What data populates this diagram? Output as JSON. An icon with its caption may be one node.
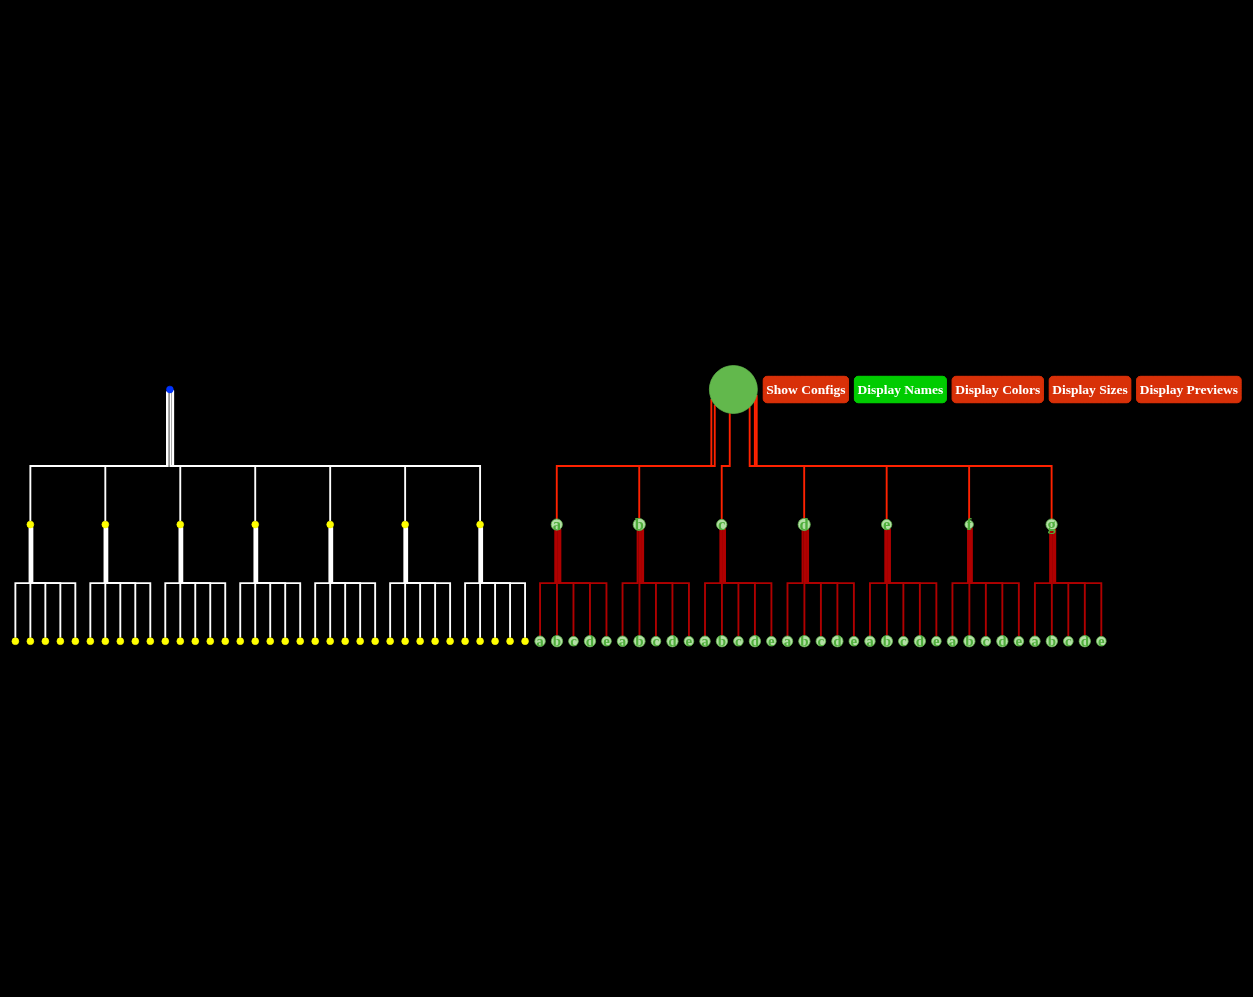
{
  "diagram": {
    "nodes": [
      {
        "text": [],
        "shape": "circle"
      },
      {
        "text": [],
        "shape": "circle"
      },
      {
        "text": [],
        "shape": "circle"
      },
      {
        "text": [],
        "shape": "circle"
      },
      {
        "text": [],
        "shape": "circle"
      },
      {
        "text": [],
        "shape": "circle"
      },
      {
        "text": [],
        "shape": "circle"
      },
      {
        "text": [],
        "shape": "circle"
      },
      {
        "text": [],
        "shape": "circle"
      },
      {
        "text": [],
        "shape": "circle"
      },
      {
        "text": [],
        "shape": "circle"
      },
      {
        "text": [],
        "shape": "circle"
      },
      {
        "text": [],
        "shape": "circle"
      },
      {
        "text": [],
        "shape": "circle"
      },
      {
        "text": [],
        "shape": "circle"
      },
      {
        "text": [],
        "shape": "circle"
      },
      {
        "text": [],
        "shape": "circle"
      },
      {
        "text": [],
        "shape": "circle"
      },
      {
        "text": [],
        "shape": "circle"
      },
      {
        "text": [],
        "shape": "circle"
      },
      {
        "text": [],
        "shape": "circle"
      },
      {
        "text": [],
        "shape": "circle"
      },
      {
        "text": [],
        "shape": "circle"
      },
      {
        "text": [],
        "shape": "circle"
      },
      {
        "text": [],
        "shape": "circle"
      },
      {
        "text": [],
        "shape": "circle"
      },
      {
        "text": [],
        "shape": "circle"
      },
      {
        "text": [],
        "shape": "circle"
      },
      {
        "text": [],
        "shape": "circle"
      },
      {
        "text": [],
        "shape": "circle"
      },
      {
        "text": [],
        "shape": "circle"
      },
      {
        "text": [],
        "shape": "circle"
      },
      {
        "text": [],
        "shape": "circle"
      },
      {
        "text": [],
        "shape": "circle"
      },
      {
        "text": [],
        "shape": "circle"
      },
      {
        "text": [],
        "shape": "circle"
      },
      {
        "text": [],
        "shape": "circle"
      },
      {
        "text": [],
        "shape": "circle"
      },
      {
        "text": [],
        "shape": "circle"
      },
      {
        "text": [],
        "shape": "circle"
      },
      {
        "text": [],
        "shape": "circle"
      },
      {
        "text": [],
        "shape": "circle"
      },
      {
        "text": [],
        "shape": "circle"
      },
      {
        "text": [],
        "shape": "circle"
      },
      {
        "text": [
          "a"
        ]
      },
      {
        "text": [
          "a"
        ]
      },
      {
        "text": [
          "b"
        ]
      },
      {
        "text": [
          "c"
        ]
      },
      {
        "text": [
          "d"
        ]
      },
      {
        "text": [
          "e"
        ]
      },
      {
        "text": [
          "b"
        ]
      },
      {
        "text": [
          "a"
        ]
      },
      {
        "text": [
          "b"
        ]
      },
      {
        "text": [
          "c"
        ]
      },
      {
        "text": [
          "d"
        ]
      },
      {
        "text": [
          "e"
        ]
      },
      {
        "text": [
          "c"
        ]
      },
      {
        "text": [
          "a"
        ]
      },
      {
        "text": [
          "b"
        ]
      },
      {
        "text": [
          "c"
        ]
      },
      {
        "text": [
          "d"
        ]
      },
      {
        "text": [
          "e"
        ]
      },
      {
        "text": [
          "d"
        ]
      },
      {
        "text": [
          "a"
        ]
      },
      {
        "text": [
          "b"
        ]
      },
      {
        "text": [
          "c"
        ]
      },
      {
        "text": [
          "d"
        ]
      },
      {
        "text": [
          "e"
        ]
      },
      {
        "text": [
          "e"
        ]
      },
      {
        "text": [
          "a"
        ]
      },
      {
        "text": [
          "b"
        ]
      },
      {
        "text": [
          "c"
        ]
      },
      {
        "text": [
          "d"
        ]
      },
      {
        "text": [
          "e"
        ]
      },
      {
        "text": [
          "f"
        ]
      },
      {
        "text": [
          "a"
        ]
      },
      {
        "text": [
          "b"
        ]
      },
      {
        "text": [
          "c"
        ]
      },
      {
        "text": [
          "d"
        ]
      },
      {
        "text": [
          "e"
        ]
      },
      {
        "text": [
          "g"
        ]
      },
      {
        "text": [
          "a"
        ]
      },
      {
        "text": [
          "b"
        ]
      },
      {
        "text": [
          "c"
        ]
      },
      {
        "text": [
          "d"
        ]
      },
      {
        "text": [
          "e"
        ]
      },
      {
        "text": [
          "Show Configs"
        ]
      },
      {
        "text": [
          "Display Names"
        ]
      },
      {
        "text": [
          "Display Colors"
        ]
      },
      {
        "text": [
          "Display Sizes"
        ]
      },
      {
        "text": [
          "Display Previews"
        ]
      }
    ],
    "edges": [
      {
        "from": 0,
        "to": 1,
        "arrow": "none",
        "color": "#ffffff"
      },
      {
        "from": 1,
        "to": 2,
        "arrow": "none",
        "color": "#ffffff"
      },
      {
        "from": 1,
        "to": 3,
        "arrow": "none",
        "color": "#ffffff"
      },
      {
        "from": 1,
        "to": 4,
        "arrow": "none",
        "color": "#ffffff"
      },
      {
        "from": 1,
        "to": 5,
        "arrow": "none",
        "color": "#ffffff"
      },
      {
        "from": 1,
        "to": 6,
        "arrow": "none",
        "color": "#ffffff"
      },
      {
        "from": 0,
        "to": 7,
        "arrow": "none",
        "color": "#ffffff"
      },
      {
        "from": 7,
        "to": 8,
        "arrow": "none",
        "color": "#ffffff"
      },
      {
        "from": 7,
        "to": 9,
        "arrow": "none",
        "color": "#ffffff"
      },
      {
        "from": 7,
        "to": 10,
        "arrow": "none",
        "color": "#ffffff"
      },
      {
        "from": 7,
        "to": 11,
        "arrow": "none",
        "color": "#ffffff"
      },
      {
        "from": 7,
        "to": 12,
        "arrow": "none",
        "color": "#ffffff"
      },
      {
        "from": 0,
        "to": 13,
        "arrow": "none",
        "color": "#ffffff"
      },
      {
        "from": 13,
        "to": 14,
        "arrow": "none",
        "color": "#ffffff"
      },
      {
        "from": 13,
        "to": 15,
        "arrow": "none",
        "color": "#ffffff"
      },
      {
        "from": 13,
        "to": 16,
        "arrow": "none",
        "color": "#ffffff"
      },
      {
        "from": 13,
        "to": 17,
        "arrow": "none",
        "color": "#ffffff"
      },
      {
        "from": 13,
        "to": 18,
        "arrow": "none",
        "color": "#ffffff"
      },
      {
        "from": 0,
        "to": 19,
        "arrow": "none",
        "color": "#ffffff"
      },
      {
        "from": 19,
        "to": 20,
        "arrow": "none",
        "color": "#ffffff"
      },
      {
        "from": 19,
        "to": 21,
        "arrow": "none",
        "color": "#ffffff"
      },
      {
        "from": 19,
        "to": 22,
        "arrow": "none",
        "color": "#ffffff"
      },
      {
        "from": 19,
        "to": 23,
        "arrow": "none",
        "color": "#ffffff"
      },
      {
        "from": 19,
        "to": 24,
        "arrow": "none",
        "color": "#ffffff"
      },
      {
        "from": 0,
        "to": 25,
        "arrow": "none",
        "color": "#ffffff"
      },
      {
        "from": 25,
        "to": 26,
        "arrow": "none",
        "color": "#ffffff"
      },
      {
        "from": 25,
        "to": 27,
        "arrow": "none",
        "color": "#ffffff"
      },
      {
        "from": 25,
        "to": 28,
        "arrow": "none",
        "color": "#ffffff"
      },
      {
        "from": 25,
        "to": 29,
        "arrow": "none",
        "color": "#ffffff"
      },
      {
        "from": 25,
        "to": 30,
        "arrow": "none",
        "color": "#ffffff"
      },
      {
        "from": 0,
        "to": 31,
        "arrow": "none",
        "color": "#ffffff"
      },
      {
        "from": 31,
        "to": 32,
        "arrow": "none",
        "color": "#ffffff"
      },
      {
        "from": 31,
        "to": 33,
        "arrow": "none",
        "color": "#ffffff"
      },
      {
        "from": 31,
        "to": 34,
        "arrow": "none",
        "color": "#ffffff"
      },
      {
        "from": 31,
        "to": 35,
        "arrow": "none",
        "color": "#ffffff"
      },
      {
        "from": 31,
        "to": 36,
        "arrow": "none",
        "color": "#ffffff"
      },
      {
        "from": 0,
        "to": 37,
        "arrow": "none",
        "color": "#ffffff"
      },
      {
        "from": 37,
        "to": 38,
        "arrow": "none",
        "color": "#ffffff"
      },
      {
        "from": 37,
        "to": 39,
        "arrow": "none",
        "color": "#ffffff"
      },
      {
        "from": 37,
        "to": 40,
        "arrow": "none",
        "color": "#ffffff"
      },
      {
        "from": 37,
        "to": 41,
        "arrow": "none",
        "color": "#ffffff"
      },
      {
        "from": 37,
        "to": 42,
        "arrow": "none",
        "color": "#ffffff"
      },
      {
        "from": 43,
        "to": 44,
        "arrow": "none",
        "color": "#ff2200"
      },
      {
        "from": 44,
        "to": 45,
        "arrow": "none",
        "color": "#b00000"
      },
      {
        "from": 44,
        "to": 46,
        "arrow": "none",
        "color": "#b00000"
      },
      {
        "from": 44,
        "to": 47,
        "arrow": "none",
        "color": "#b00000"
      },
      {
        "from": 44,
        "to": 48,
        "arrow": "none",
        "color": "#b00000"
      },
      {
        "from": 44,
        "to": 49,
        "arrow": "none",
        "color": "#b00000"
      },
      {
        "from": 43,
        "to": 50,
        "arrow": "none",
        "color": "#ff2200"
      },
      {
        "from": 50,
        "to": 51,
        "arrow": "none",
        "color": "#b00000"
      },
      {
        "from": 50,
        "to": 52,
        "arrow": "none",
        "color": "#b00000"
      },
      {
        "from": 50,
        "to": 53,
        "arrow": "none",
        "color": "#b00000"
      },
      {
        "from": 50,
        "to": 54,
        "arrow": "none",
        "color": "#b00000"
      },
      {
        "from": 50,
        "to": 55,
        "arrow": "none",
        "color": "#b00000"
      },
      {
        "from": 43,
        "to": 56,
        "arrow": "none",
        "color": "#ff2200"
      },
      {
        "from": 56,
        "to": 57,
        "arrow": "none",
        "color": "#b00000"
      },
      {
        "from": 56,
        "to": 58,
        "arrow": "none",
        "color": "#b00000"
      },
      {
        "from": 56,
        "to": 59,
        "arrow": "none",
        "color": "#b00000"
      },
      {
        "from": 56,
        "to": 60,
        "arrow": "none",
        "color": "#b00000"
      },
      {
        "from": 56,
        "to": 61,
        "arrow": "none",
        "color": "#b00000"
      },
      {
        "from": 43,
        "to": 62,
        "arrow": "none",
        "color": "#ff2200"
      },
      {
        "from": 62,
        "to": 63,
        "arrow": "none",
        "color": "#b00000"
      },
      {
        "from": 62,
        "to": 64,
        "arrow": "none",
        "color": "#b00000"
      },
      {
        "from": 62,
        "to": 65,
        "arrow": "none",
        "color": "#b00000"
      },
      {
        "from": 62,
        "to": 66,
        "arrow": "none",
        "color": "#b00000"
      },
      {
        "from": 62,
        "to": 67,
        "arrow": "none",
        "color": "#b00000"
      },
      {
        "from": 43,
        "to": 68,
        "arrow": "none",
        "color": "#ff2200"
      },
      {
        "from": 68,
        "to": 69,
        "arrow": "none",
        "color": "#b00000"
      },
      {
        "from": 68,
        "to": 70,
        "arrow": "none",
        "color": "#b00000"
      },
      {
        "from": 68,
        "to": 71,
        "arrow": "none",
        "color": "#b00000"
      },
      {
        "from": 68,
        "to": 72,
        "arrow": "none",
        "color": "#b00000"
      },
      {
        "from": 68,
        "to": 73,
        "arrow": "none",
        "color": "#b00000"
      },
      {
        "from": 43,
        "to": 74,
        "arrow": "none",
        "color": "#ff2200"
      },
      {
        "from": 74,
        "to": 75,
        "arrow": "none",
        "color": "#b00000"
      },
      {
        "from": 74,
        "to": 76,
        "arrow": "none",
        "color": "#b00000"
      },
      {
        "from": 74,
        "to": 77,
        "arrow": "none",
        "color": "#b00000"
      },
      {
        "from": 74,
        "to": 78,
        "arrow": "none",
        "color": "#b00000"
      },
      {
        "from": 74,
        "to": 79,
        "arrow": "none",
        "color": "#b00000"
      },
      {
        "from": 43,
        "to": 80,
        "arrow": "none",
        "color": "#ff2200"
      },
      {
        "from": 80,
        "to": 81,
        "arrow": "none",
        "color": "#b00000"
      },
      {
        "from": 80,
        "to": 82,
        "arrow": "none",
        "color": "#b00000"
      },
      {
        "from": 80,
        "to": 83,
        "arrow": "none",
        "color": "#b00000"
      },
      {
        "from": 80,
        "to": 84,
        "arrow": "none",
        "color": "#b00000"
      },
      {
        "from": 80,
        "to": 85,
        "arrow": "none",
        "color": "#b00000"
      }
    ]
  }
}
